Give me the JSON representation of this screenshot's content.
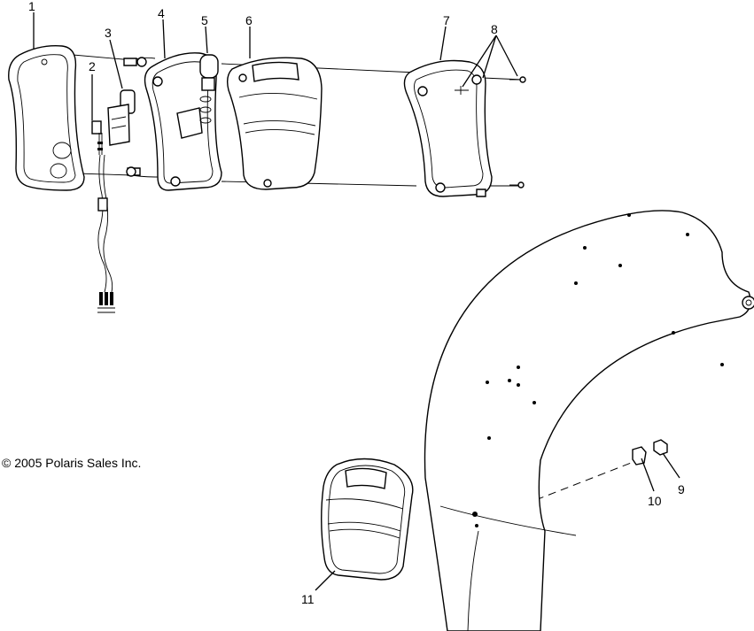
{
  "copyright": "© 2005 Polaris Sales Inc.",
  "callouts": [
    "1",
    "2",
    "3",
    "4",
    "5",
    "6",
    "7",
    "8",
    "9",
    "10",
    "11"
  ]
}
